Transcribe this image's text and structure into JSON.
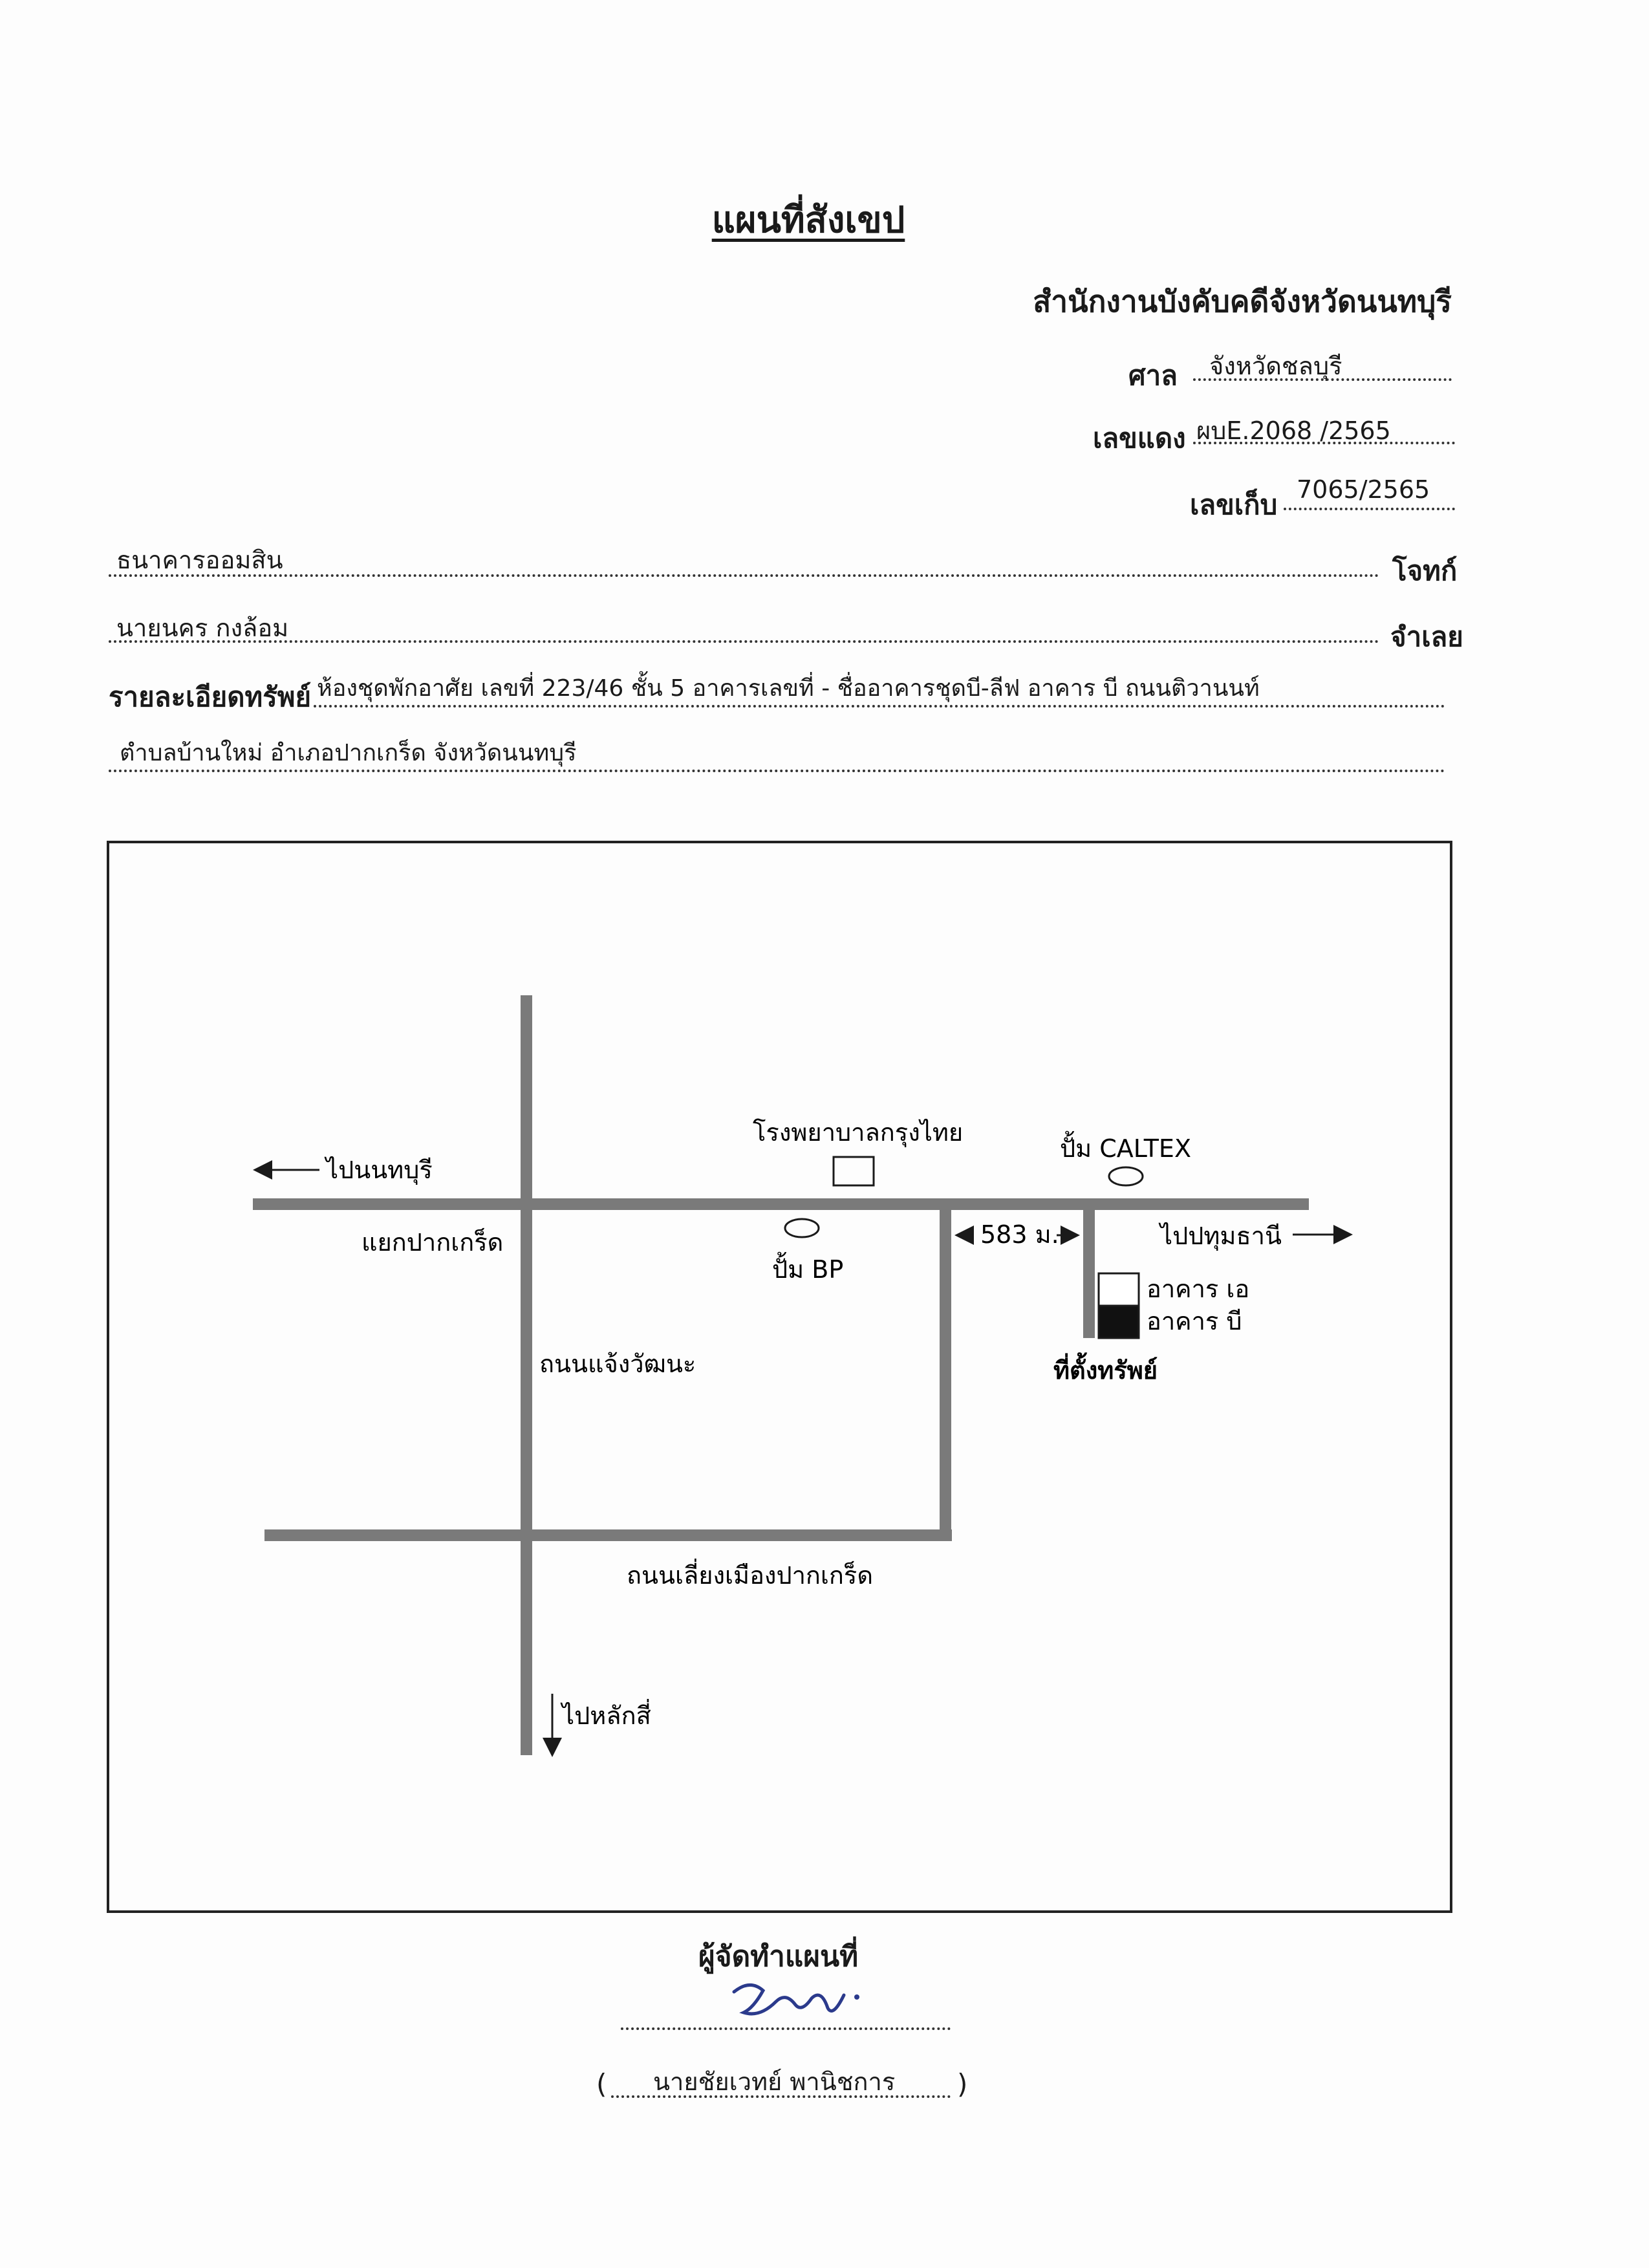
{
  "header": {
    "title": "แผนที่สังเขป",
    "office": "สำนักงานบังคับคดีจังหวัดนนทบุรี"
  },
  "case": {
    "court_label": "ศาล",
    "court_value": "จังหวัดชลบุรี",
    "red_no_label": "เลขแดง",
    "red_no_value": "ผบE.2068 /2565",
    "file_no_label": "เลขเก็บ",
    "file_no_value": "7065/2565"
  },
  "parties": {
    "plaintiff_value": "ธนาคารออมสิน",
    "plaintiff_label": "โจทก์",
    "defendant_value": "นายนคร กงล้อม",
    "defendant_label": "จำเลย"
  },
  "property": {
    "label": "รายละเอียดทรัพย์",
    "line1": "ห้องชุดพักอาศัย เลขที่ 223/46 ชั้น 5 อาคารเลขที่ - ชื่ออาคารชุดบี-ลีฟ อาคาร บี ถนนติวานนท์",
    "line2": "ตำบลบ้านใหม่ อำเภอปากเกร็ด จังหวัดนนทบุรี"
  },
  "map": {
    "to_nonthaburi": "ไปนนทบุรี",
    "pak_kret_junction": "แยกปากเกร็ด",
    "hospital": "โรงพยาบาลกรุงไทย",
    "bp_station": "ปั้ม BP",
    "caltex_station": "ปั้ม CALTEX",
    "distance": "583 ม.",
    "to_pathum_thani": "ไปปทุมธานี",
    "building_a": "อาคาร เอ",
    "building_b": "อาคาร บี",
    "property_location": "ที่ตั้งทรัพย์",
    "chaeng_watthana_road": "ถนนแจ้งวัฒนะ",
    "bypass_road": "ถนนเลี่ยงเมืองปากเกร็ด",
    "to_lak_si": "ไปหลักสี่"
  },
  "footer": {
    "maker_label": "ผู้จัดทำแผนที่",
    "maker_name": "นายชัยเวทย์ พานิชการ",
    "paren_open": "(",
    "paren_close": ")"
  },
  "colors": {
    "road": "#7a7a7a",
    "ink": "#1a1a1a",
    "signature": "#2b3a8c"
  }
}
